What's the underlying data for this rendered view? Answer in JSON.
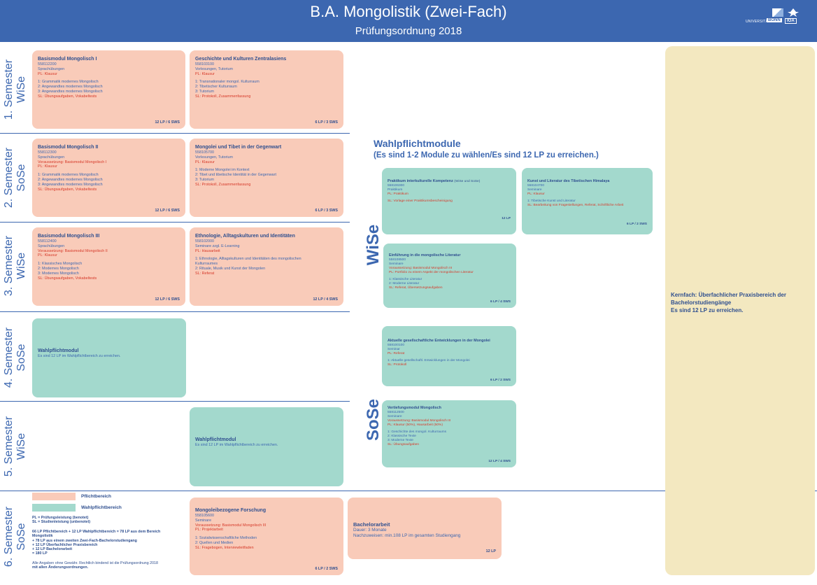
{
  "header": {
    "title": "B.A. Mongolistik  (Zwei-Fach)",
    "subtitle": "Prüfungsordnung 2018",
    "logo_text": "UNIVERSITÄT BONN IOA"
  },
  "semesters": [
    {
      "line1": "1. Semester",
      "line2": "WiSe"
    },
    {
      "line1": "2. Semester",
      "line2": "SoSe"
    },
    {
      "line1": "3. Semester",
      "line2": "WiSe"
    },
    {
      "line1": "4. Semester",
      "line2": "SoSe"
    },
    {
      "line1": "5. Semester",
      "line2": "WiSe"
    },
    {
      "line1": "6. Semester",
      "line2": "SoSe"
    }
  ],
  "cards": {
    "bm1": {
      "title": "Basismodul Mongolisch I",
      "lines": [
        "558112200",
        "Sprachübungen",
        "PL: Klausur",
        "",
        "1: Grammatik modernes Mongolisch",
        "2: Angewandtes modernes Mongolisch",
        "3: Angewandtes modernes Mongolisch",
        "SL: Übungsaufgaben, Vokabeltests"
      ],
      "lp": "12 LP / 6 SWS"
    },
    "gkz": {
      "title": "Geschichte und Kulturen Zentralasiens",
      "lines": [
        "558103100",
        "Vorlesungen, Tutorium",
        "PL: Klausur",
        "",
        "1: Transnationaler mongol. Kulturraum",
        "2: Tibetischer Kulturraum",
        "3: Tutorium",
        "SL: Protokoll, Zusammenfassung"
      ],
      "lp": "6 LP / 3 SWS"
    },
    "bm2": {
      "title": "Basismodul Mongolisch II",
      "lines": [
        "558112300",
        "Sprachübungen",
        "Voraussetzung: Basismodul Mongolisch I",
        "PL: Klausur",
        "",
        "1: Grammatik modernes Mongolisch",
        "2: Angewandtes modernes Mongolisch",
        "3: Angewandtes modernes Mongolisch",
        "SL: Übungsaufgaben, Vokabeltests"
      ],
      "lp": "12 LP / 6 SWS"
    },
    "mtg": {
      "title": "Mongolei und Tibet in der Gegenwart",
      "lines": [
        "558105700",
        "Vorlesungen, Tutorium",
        "PL: Klausur",
        "",
        "1: Moderne Mongolei im Kontext",
        "2: Tibet und tibetische Identität in der Gegenwart",
        "3: Tutorium",
        "SL: Protokoll, Zusammenfassung"
      ],
      "lp": "6 LP / 3 SWS"
    },
    "bm3": {
      "title": "Basismodul Mongolisch III",
      "lines": [
        "558112400",
        "Sprachübungen",
        "Voraussetzung: Basismodul Mongolisch II",
        "PL: Klausur",
        "",
        "1: Klassisches Mongolisch",
        "2: Modernes Mongolisch",
        "3: Modernes Mongolisch",
        "SL: Übungsaufgaben, Vokabeltests"
      ],
      "lp": "12 LP / 6 SWS"
    },
    "eai": {
      "title": "Ethnologie, Alltagskulturen und Identitäten",
      "lines": [
        "558102000",
        "Seminare zzgl. E-Learning",
        "PL: Hausarbeit",
        "",
        "1: Ethnologie, Alltagskulturen und Identitäten des mongolischen",
        "Kulturraumes",
        "2: Rituale, Musik und Kunst der Mongolen",
        "SL: Referat"
      ],
      "lp": "12 LP / 4 SWS"
    },
    "wpm4": {
      "title": "Wahlpflichtmodul",
      "lines": [
        "Es sind 12 LP im Wahlpflichtbereich zu erreichen."
      ]
    },
    "wpm5": {
      "title": "Wahlpflichtmodul",
      "lines": [
        "Es sind 12 LP im Wahlpflichtbereich zu erreichen."
      ]
    },
    "mbf": {
      "title": "Mongoleibezogene Forschung",
      "lines": [
        "558105600",
        "Seminare",
        "Voraussetzung: Basismodul Mongolisch III",
        "PL: Projektarbeit",
        "",
        "1: Sozialwissenschaftliche Methoden",
        "2: Quellen und Medien",
        "SL: Fragebogen, Interviewleitfaden"
      ],
      "lp": "6 LP / 2 SWS"
    },
    "ba": {
      "title": "Bachelorarbeit",
      "lines": [
        "Dauer: 3 Monate",
        "Nachzuweisen: min.108 LP im gesamten Studiengang"
      ],
      "lp": "12 LP"
    },
    "prak": {
      "title": "Praktikum interkulturelle Kompetenz",
      "title_suffix": "(WiSe und SoSe)",
      "lines": [
        "558106300",
        "Praktikum",
        "PL: Praktikum",
        "",
        "SL: Vorlage einer Praktikumsbescheinigung"
      ],
      "lp": "12 LP"
    },
    "kunst": {
      "title": "Kunst und Literatur des Tibetischen Himalaya",
      "lines": [
        "558104700",
        "Seminare",
        "PL: Klausur",
        "",
        "1: Tibetische Kunst und Literatur",
        "SL: Bearbeitung von Fragestellungen, Referat, Schriftliche Arbeit"
      ],
      "lp": "6 LP / 2 SWS"
    },
    "lit": {
      "title": "Einführung in die mongolische Literatur",
      "lines": [
        "558108500",
        "Seminare",
        "Voraussetzung: Basismodul Mongolisch III",
        "PL: Portfolio zu einem Aspekt der mongolischen Literatur",
        "",
        "1: Klassische Literatur",
        "2: Moderne Literatur",
        "SL: Referat, Übersetzungsaufgaben"
      ],
      "lp": "6 LP / 4 SWS"
    },
    "aktu": {
      "title": "Aktuelle gesellschaftliche Entwicklungen in der Mongolei",
      "lines": [
        "558100100",
        "Seminar",
        "PL: Referat",
        "",
        "1: Aktuelle gesellschaftl. Entwicklungen in der Mongolei",
        "SL: Protokoll"
      ],
      "lp": "6 LP / 2 SWS"
    },
    "vert": {
      "title": "Vertiefungsmodul Mongolisch",
      "lines": [
        "558112500",
        "Seminare",
        "Voraussetzung: Basismodul Mongolisch III",
        "PL: Klausur (50%), Hausarbeit (50%)",
        "",
        "1: Geschichte des mongol. Kulturraums",
        "2: Klassische Texte",
        "3: Moderne Texte",
        "SL: Übungsaufgaben"
      ],
      "lp": "12 LP / 4 SWS"
    }
  },
  "wahlpflicht": {
    "heading1": "Wahlpflichtmodule",
    "heading2": "(Es sind 1-2 Module zu wählen/Es sind 12 LP zu erreichen.)",
    "wise": "WiSe",
    "sose": "SoSe"
  },
  "kernfach": {
    "line1": "Kernfach: Überfachlicher Praxisbereich der",
    "line2": "Bachelorstudiengänge",
    "line3": "Es sind 12 LP zu erreichen."
  },
  "legend": {
    "pflicht": "Pflichtbereich",
    "wahl": "Wahlpflichtbereich",
    "pl": "PL = Prüfungsleistung (benotet)",
    "sl": "SL = Studienleistung (unbenotet)",
    "sum1": "66 LP Pflichtbereich + 12 LP Wahlpflichtbereich = 78 LP  aus dem Bereich",
    "sum2": "Mongolistik",
    "sum3": "+ 78 LP aus einem zweiten Zwei-Fach-Bachelorstudiengang",
    "sum4": "+ 12 LP Überfachlicher Praxisbereich",
    "sum5": "+ 12 LP Bachelorarbeit",
    "sum6": "= 180 LP",
    "note1": "Alle Angaben ohne Gewähr. Rechtlich bindend ist die Prüfungsordnung 2018",
    "note2": "mit allen Änderungsordnungen."
  },
  "colors": {
    "header": "#3c67b0",
    "pflicht": "#f9cbb9",
    "wahl": "#a3d9cd",
    "kernfach": "#f3e8c0",
    "accent_red": "#d63a2a"
  }
}
